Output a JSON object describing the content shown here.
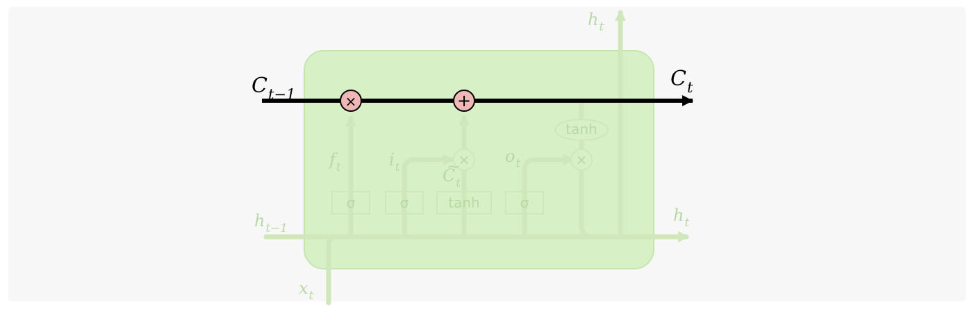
{
  "colors": {
    "page_background": "#ffffff",
    "panel_background": "#f7f7f7",
    "cell_fill": "#d8f0c6",
    "cell_stroke": "#c6e6ae",
    "faded_line": "#cfe7bb",
    "faded_text": "#b8d9a6",
    "main_line": "#000000",
    "op_fill": "#f0b7b7",
    "op_stroke": "#000000"
  },
  "labels": {
    "c_prev_main": "C",
    "c_prev_sub": "t−1",
    "c_next_main": "C",
    "c_next_sub": "t",
    "h_top_main": "h",
    "h_top_sub": "t",
    "h_prev_main": "h",
    "h_prev_sub": "t−1",
    "h_out_main": "h",
    "h_out_sub": "t",
    "x_main": "x",
    "x_sub": "t",
    "f_main": "f",
    "f_sub": "t",
    "i_main": "i",
    "i_sub": "t",
    "o_main": "o",
    "o_sub": "t",
    "c_tilde_main": "C",
    "c_tilde_sub": "t",
    "tilde": "~"
  },
  "ops": {
    "multiply_main": "×",
    "add_main": "+",
    "multiply_small_1": "×",
    "multiply_small_2": "×"
  },
  "gates": {
    "sigma_1": "σ",
    "sigma_2": "σ",
    "tanh_1": "tanh",
    "sigma_3": "σ",
    "tanh_oval": "tanh"
  }
}
